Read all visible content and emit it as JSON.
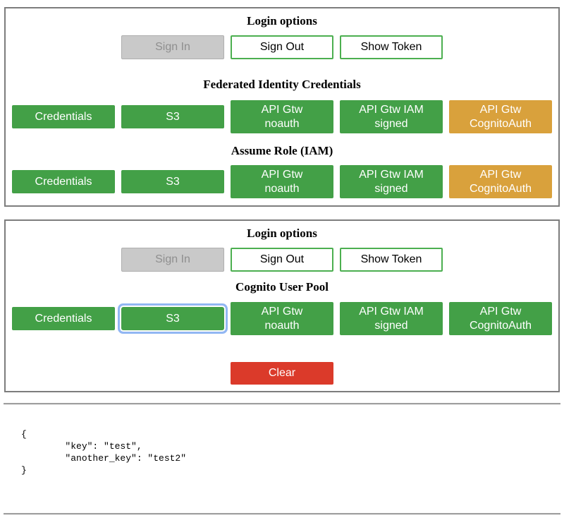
{
  "colors": {
    "button_green": "#43a047",
    "button_amber": "#d9a13c",
    "button_red": "#db3a2a",
    "outline_green": "#4caf50",
    "disabled_gray": "#c9c9c9",
    "focus_ring_blue": "#92b7f3",
    "panel_border_gray": "#7d7d7d"
  },
  "panel_federated": {
    "login_heading": "Login options",
    "sign_in_label": "Sign In",
    "sign_out_label": "Sign Out",
    "show_token_label": "Show Token",
    "federated_section": {
      "heading": "Federated Identity Credentials",
      "buttons": [
        {
          "label": "Credentials"
        },
        {
          "label": "S3"
        },
        {
          "label": "API Gtw\nnoauth"
        },
        {
          "label": "API Gtw IAM\nsigned"
        },
        {
          "label": "API Gtw\nCognitoAuth"
        }
      ]
    },
    "assume_role_section": {
      "heading": "Assume Role (IAM)",
      "buttons": [
        {
          "label": "Credentials"
        },
        {
          "label": "S3"
        },
        {
          "label": "API Gtw\nnoauth"
        },
        {
          "label": "API Gtw IAM\nsigned"
        },
        {
          "label": "API Gtw\nCognitoAuth"
        }
      ]
    }
  },
  "panel_cognito": {
    "login_heading": "Login options",
    "sign_in_label": "Sign In",
    "sign_out_label": "Sign Out",
    "show_token_label": "Show Token",
    "cognito_section": {
      "heading": "Cognito User Pool",
      "buttons": [
        {
          "label": "Credentials"
        },
        {
          "label": "S3"
        },
        {
          "label": "API Gtw\nnoauth"
        },
        {
          "label": "API Gtw IAM\nsigned"
        },
        {
          "label": "API Gtw\nCognitoAuth"
        }
      ]
    },
    "clear_label": "Clear"
  },
  "output_area": {
    "json_text": "{\n        \"key\": \"test\",\n        \"another_key\": \"test2\"\n}"
  }
}
